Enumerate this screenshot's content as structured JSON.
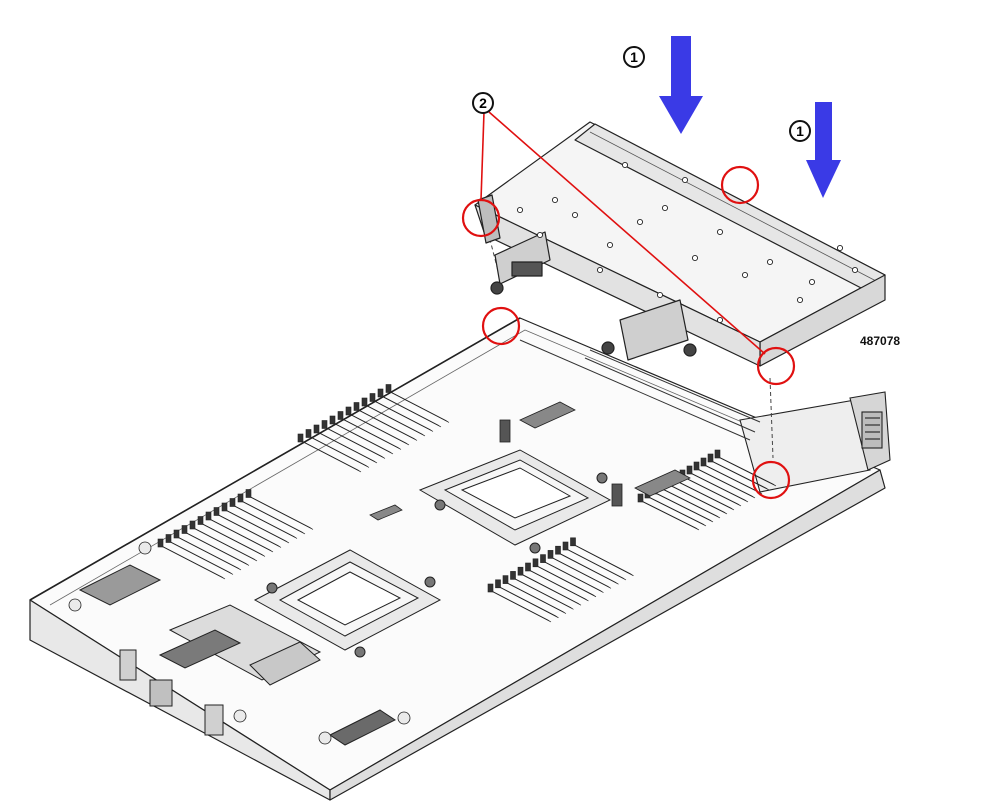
{
  "figure_id": "487078",
  "callouts": [
    {
      "number": "1",
      "label": "①"
    },
    {
      "number": "1",
      "label": "①"
    },
    {
      "number": "2",
      "label": "②"
    }
  ],
  "colors": {
    "arrow": "#3a3ae6",
    "highlight": "#e01010",
    "line": "#222222",
    "fill_light": "#f4f4f4",
    "fill_mid": "#cfcfcf",
    "fill_dark": "#555555"
  },
  "icons": [
    "down-arrow-icon",
    "highlight-circle-icon"
  ]
}
